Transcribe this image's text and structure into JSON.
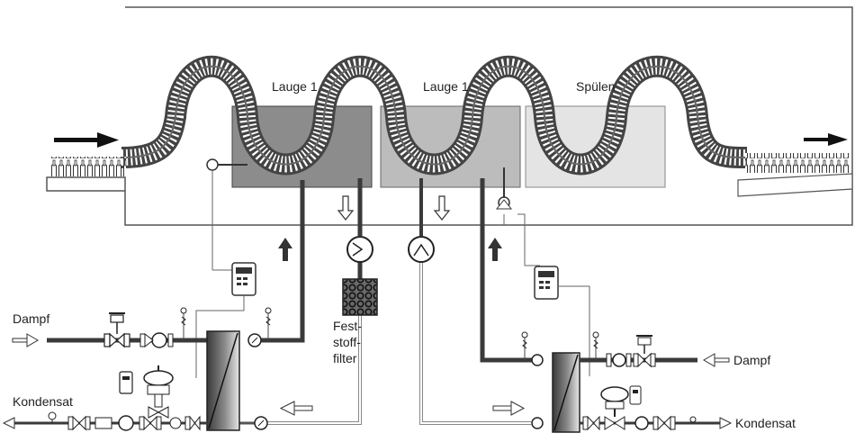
{
  "tanks": [
    {
      "label": "Lauge 1"
    },
    {
      "label": "Lauge 1"
    },
    {
      "label": "Spülen"
    }
  ],
  "left_side": {
    "steam_label": "Dampf",
    "condensate_label": "Kondensat"
  },
  "right_side": {
    "steam_label": "Dampf",
    "condensate_label": "Kondensat"
  },
  "filter": {
    "label_line1": "Fest-",
    "label_line2": "stoff-",
    "label_line3": "filter"
  },
  "colors": {
    "tank1": "#8c8c8c",
    "tank2": "#bcbcbc",
    "tank3": "#e4e4e4",
    "pipe": "#3a3a3a",
    "conveyor": "#555555"
  },
  "icons": [
    "flow-arrow-icon",
    "pump-icon",
    "controller-icon",
    "valve-icon",
    "gauge-icon",
    "heat-exchanger-icon",
    "thermometer-icon",
    "filter-icon"
  ]
}
